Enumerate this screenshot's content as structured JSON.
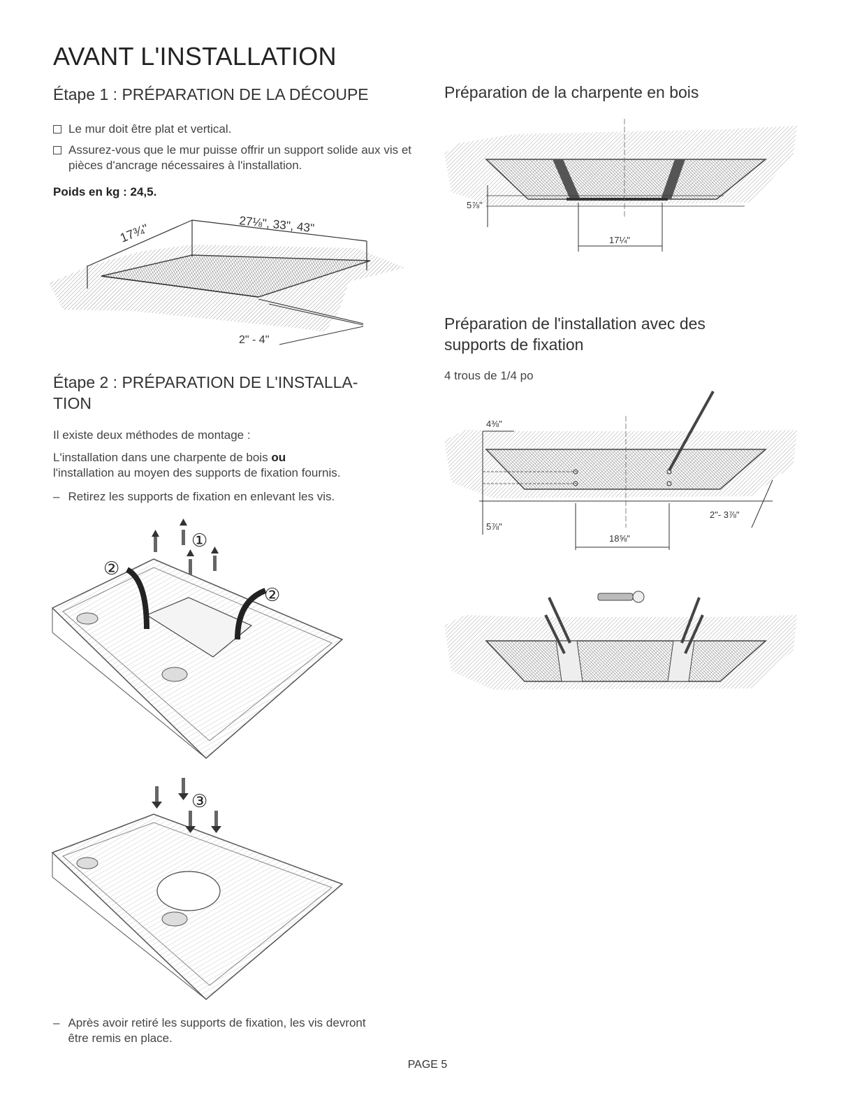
{
  "page": {
    "title": "AVANT L'INSTALLATION",
    "footer": "PAGE 5"
  },
  "step1": {
    "heading": "Étape 1 : PRÉPARATION DE LA DÉCOUPE",
    "bullets": [
      "Le mur doit être plat et vertical.",
      "Assurez-vous que le mur puisse offrir un support solide aux vis et pièces d'ancrage nécessaires à l'installation."
    ],
    "weight": "Poids en kg : 24,5.",
    "diagram": {
      "depth": "17¾\"",
      "widths": "27⅛\", 33\", 43\"",
      "offset": "2\" - 4\""
    }
  },
  "step2": {
    "heading_line1": "Étape 2 : PRÉPARATION DE L'INSTALLA-",
    "heading_line2": "TION",
    "intro": "Il existe deux méthodes de montage :",
    "method_a": "L'installation dans une charpente de bois",
    "method_or": "ou",
    "method_b": "l'installation au moyen des supports de fixation fournis.",
    "remove_note": "Retirez les supports de fixation en enlevant les vis.",
    "callout_1": "①",
    "callout_2": "②",
    "callout_3": "③",
    "after_note": "Après avoir retiré les supports de fixation, les vis devront être remis en place."
  },
  "wood": {
    "heading": "Préparation de la charpente en bois",
    "dim_height": "5⅞\"",
    "dim_width": "17¼\""
  },
  "brackets": {
    "heading_line1": "Préparation de l'installation avec des",
    "heading_line2": "supports de fixation",
    "holes": "4 trous de 1/4 po",
    "dim_top": "4⅜\"",
    "dim_height": "5⅞\"",
    "dim_width": "18⅝\"",
    "dim_offset": "2\"- 3⅞\""
  }
}
